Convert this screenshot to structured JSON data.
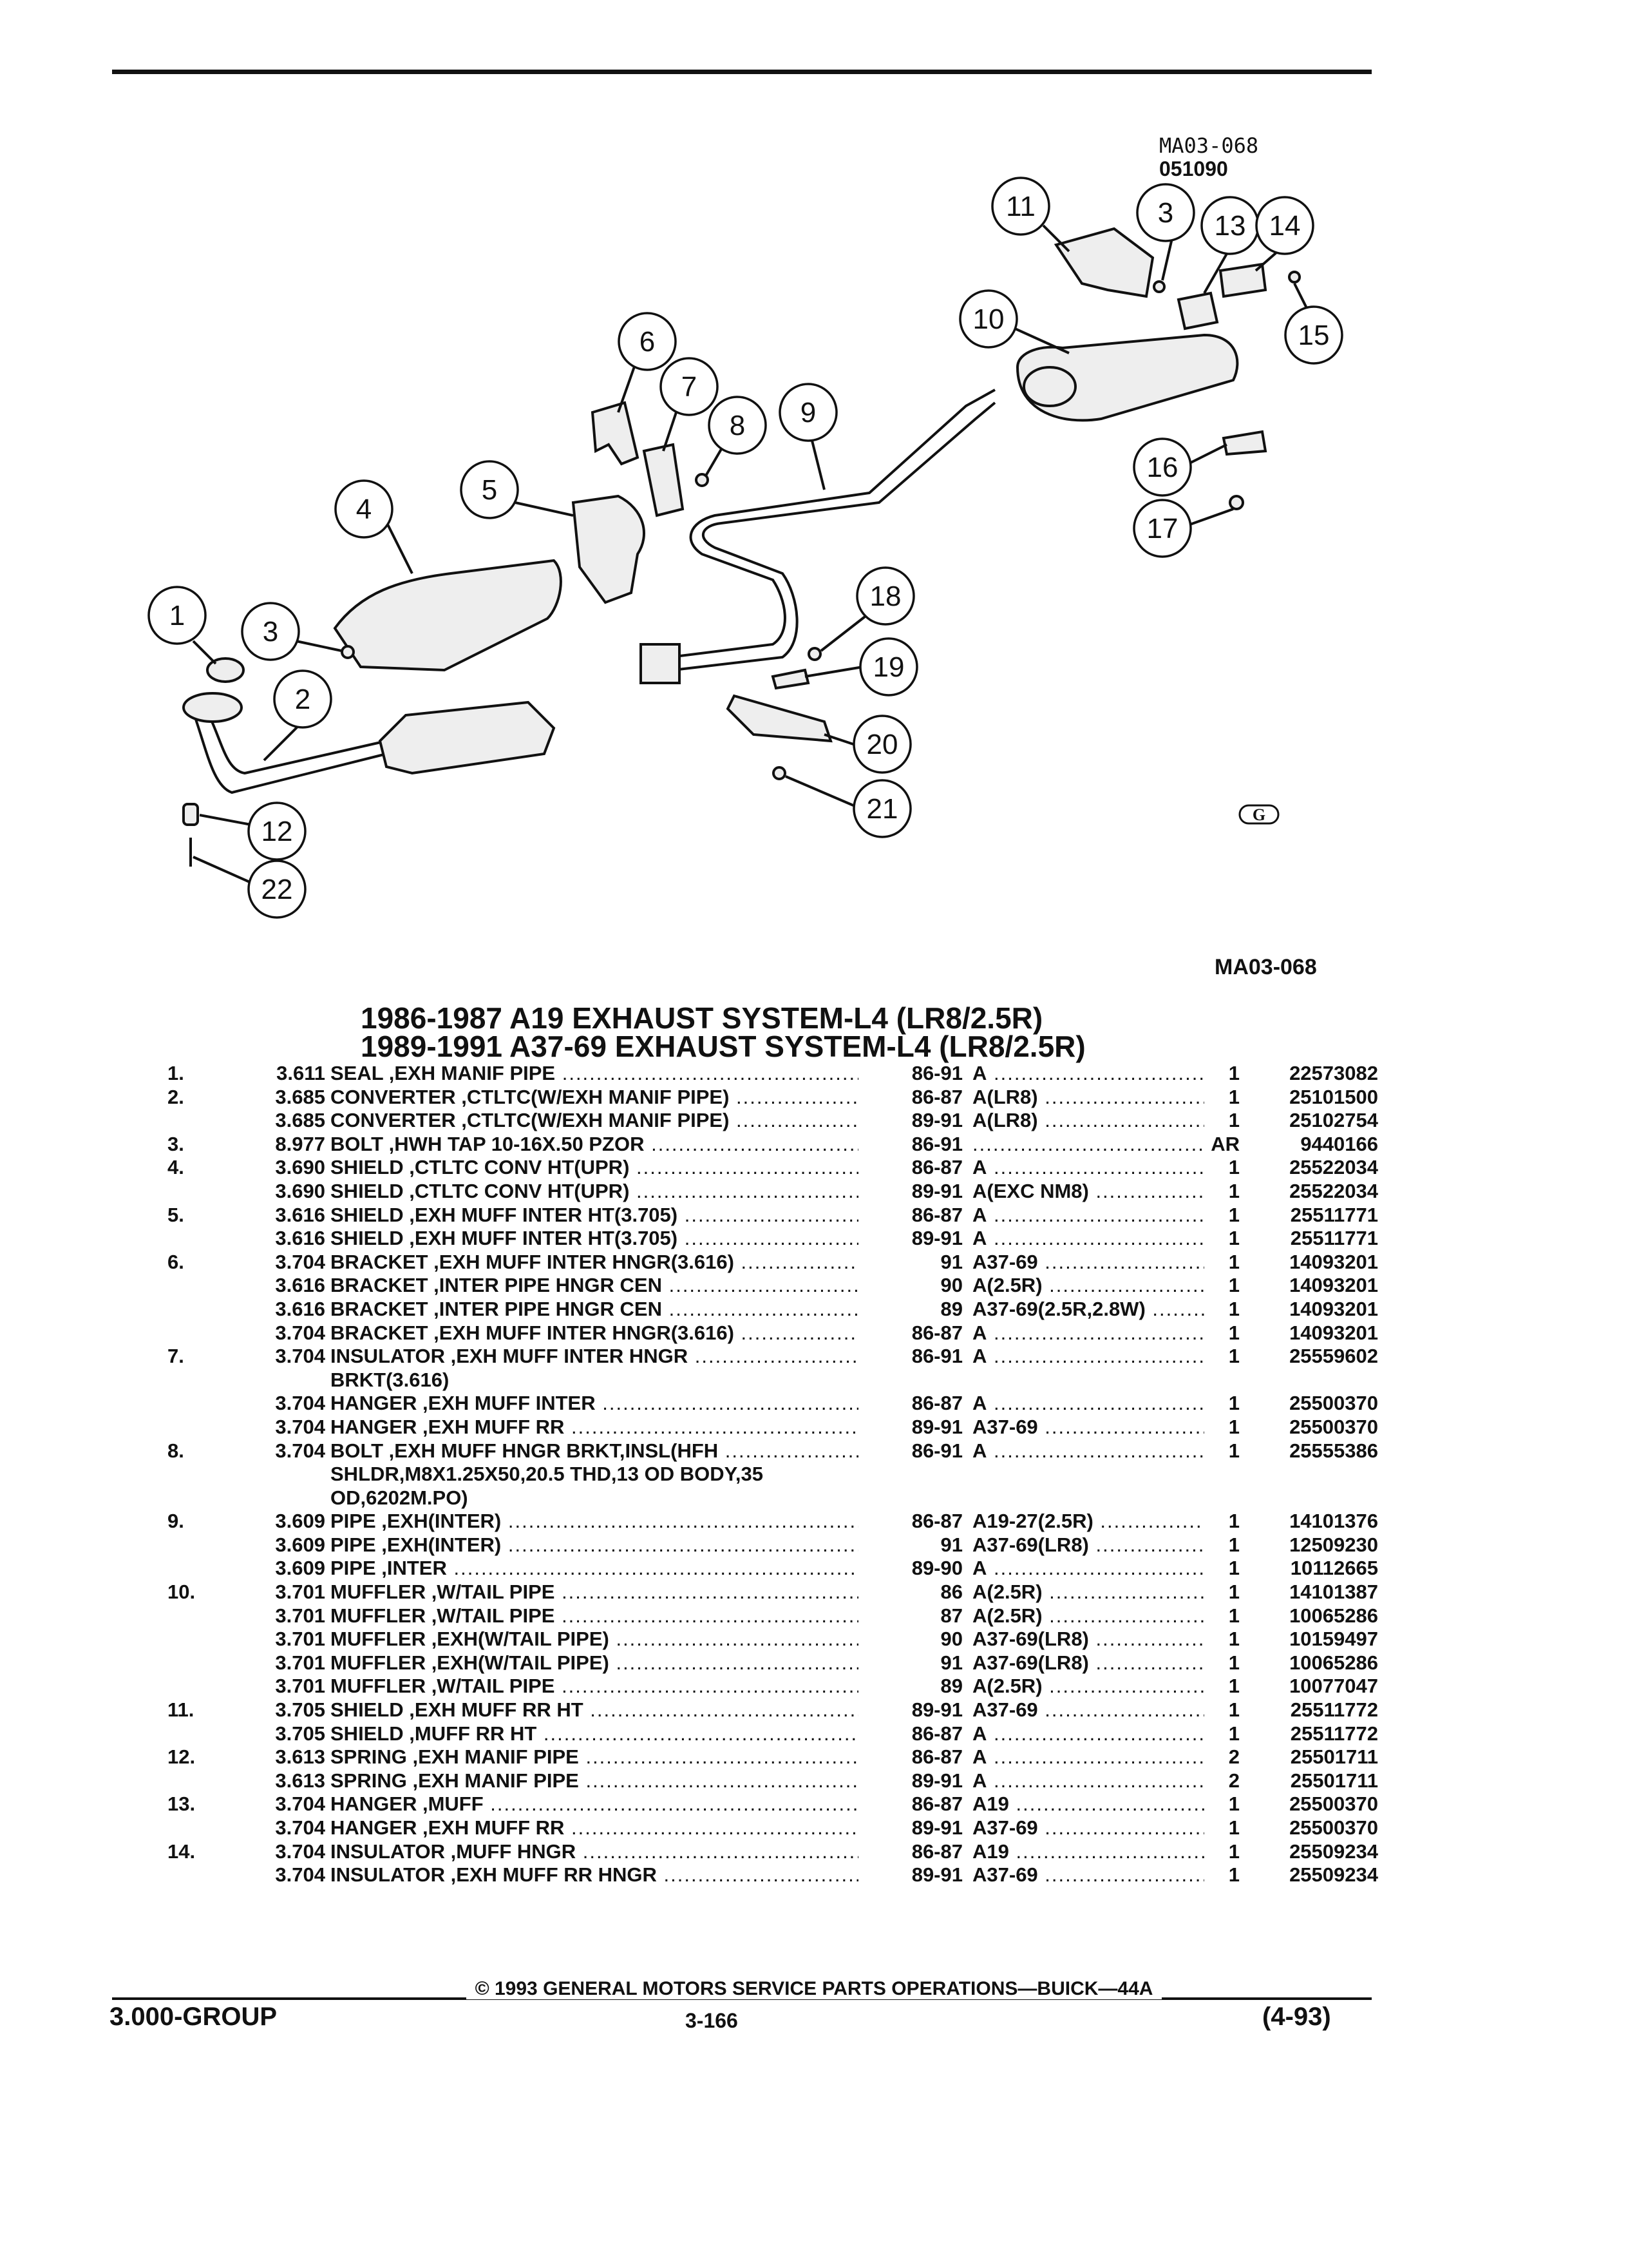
{
  "diagram": {
    "code_top": "MA03-068",
    "date_code": "051090",
    "code_bottom": "MA03-068",
    "logo_mark": "G",
    "callouts": [
      "1",
      "2",
      "3",
      "3",
      "4",
      "5",
      "6",
      "7",
      "8",
      "9",
      "10",
      "11",
      "12",
      "13",
      "14",
      "15",
      "16",
      "17",
      "18",
      "19",
      "20",
      "21",
      "22"
    ]
  },
  "titles": {
    "line1": "1986-1987 A19 EXHAUST SYSTEM-L4 (LR8/2.5R)",
    "line2": "1989-1991 A37-69 EXHAUST SYSTEM-L4 (LR8/2.5R)"
  },
  "parts": [
    {
      "num": "1.",
      "grp": "3.611",
      "desc": "SEAL ,EXH MANIF PIPE",
      "years": "86-91",
      "models": "A",
      "qty": "1",
      "pn": "22573082"
    },
    {
      "num": "2.",
      "grp": "3.685",
      "desc": "CONVERTER ,CTLTC(W/EXH MANIF PIPE)",
      "years": "86-87",
      "models": "A(LR8)",
      "qty": "1",
      "pn": "25101500"
    },
    {
      "num": "",
      "grp": "3.685",
      "desc": "CONVERTER ,CTLTC(W/EXH MANIF PIPE)",
      "years": "89-91",
      "models": "A(LR8)",
      "qty": "1",
      "pn": "25102754"
    },
    {
      "num": "3.",
      "grp": "8.977",
      "desc": "BOLT ,HWH TAP 10-16X.50 PZOR",
      "years": "86-91",
      "models": "",
      "qty": "AR",
      "pn": "9440166"
    },
    {
      "num": "4.",
      "grp": "3.690",
      "desc": "SHIELD ,CTLTC CONV HT(UPR)",
      "years": "86-87",
      "models": "A",
      "qty": "1",
      "pn": "25522034"
    },
    {
      "num": "",
      "grp": "3.690",
      "desc": "SHIELD ,CTLTC CONV HT(UPR)",
      "years": "89-91",
      "models": "A(EXC NM8)",
      "qty": "1",
      "pn": "25522034"
    },
    {
      "num": "5.",
      "grp": "3.616",
      "desc": "SHIELD ,EXH MUFF INTER HT(3.705)",
      "years": "86-87",
      "models": "A",
      "qty": "1",
      "pn": "25511771"
    },
    {
      "num": "",
      "grp": "3.616",
      "desc": "SHIELD ,EXH MUFF INTER HT(3.705)",
      "years": "89-91",
      "models": "A",
      "qty": "1",
      "pn": "25511771"
    },
    {
      "num": "6.",
      "grp": "3.704",
      "desc": "BRACKET ,EXH MUFF INTER HNGR(3.616)",
      "years": "91",
      "models": "A37-69",
      "qty": "1",
      "pn": "14093201"
    },
    {
      "num": "",
      "grp": "3.616",
      "desc": "BRACKET ,INTER PIPE HNGR CEN",
      "years": "90",
      "models": "A(2.5R)",
      "qty": "1",
      "pn": "14093201"
    },
    {
      "num": "",
      "grp": "3.616",
      "desc": "BRACKET ,INTER PIPE HNGR CEN",
      "years": "89",
      "models": "A37-69(2.5R,2.8W)",
      "qty": "1",
      "pn": "14093201"
    },
    {
      "num": "",
      "grp": "3.704",
      "desc": "BRACKET ,EXH MUFF INTER HNGR(3.616)",
      "years": "86-87",
      "models": "A",
      "qty": "1",
      "pn": "14093201"
    },
    {
      "num": "7.",
      "grp": "3.704",
      "desc": "INSULATOR ,EXH MUFF INTER HNGR",
      "cont": [
        "BRKT(3.616)"
      ],
      "years": "86-91",
      "models": "A",
      "qty": "1",
      "pn": "25559602"
    },
    {
      "num": "",
      "grp": "3.704",
      "desc": "HANGER ,EXH MUFF INTER",
      "years": "86-87",
      "models": "A",
      "qty": "1",
      "pn": "25500370"
    },
    {
      "num": "",
      "grp": "3.704",
      "desc": "HANGER ,EXH MUFF RR",
      "years": "89-91",
      "models": "A37-69",
      "qty": "1",
      "pn": "25500370"
    },
    {
      "num": "8.",
      "grp": "3.704",
      "desc": "BOLT ,EXH MUFF HNGR BRKT,INSL(HFH",
      "cont": [
        "SHLDR,M8X1.25X50,20.5 THD,13 OD BODY,35",
        "OD,6202M.PO)"
      ],
      "years": "86-91",
      "models": "A",
      "qty": "1",
      "pn": "25555386"
    },
    {
      "num": "9.",
      "grp": "3.609",
      "desc": "PIPE ,EXH(INTER)",
      "years": "86-87",
      "models": "A19-27(2.5R)",
      "qty": "1",
      "pn": "14101376"
    },
    {
      "num": "",
      "grp": "3.609",
      "desc": "PIPE ,EXH(INTER)",
      "years": "91",
      "models": "A37-69(LR8)",
      "qty": "1",
      "pn": "12509230"
    },
    {
      "num": "",
      "grp": "3.609",
      "desc": "PIPE ,INTER",
      "years": "89-90",
      "models": "A",
      "qty": "1",
      "pn": "10112665"
    },
    {
      "num": "10.",
      "grp": "3.701",
      "desc": "MUFFLER ,W/TAIL PIPE",
      "years": "86",
      "models": "A(2.5R)",
      "qty": "1",
      "pn": "14101387"
    },
    {
      "num": "",
      "grp": "3.701",
      "desc": "MUFFLER ,W/TAIL PIPE",
      "years": "87",
      "models": "A(2.5R)",
      "qty": "1",
      "pn": "10065286"
    },
    {
      "num": "",
      "grp": "3.701",
      "desc": "MUFFLER ,EXH(W/TAIL PIPE)",
      "years": "90",
      "models": "A37-69(LR8)",
      "qty": "1",
      "pn": "10159497"
    },
    {
      "num": "",
      "grp": "3.701",
      "desc": "MUFFLER ,EXH(W/TAIL PIPE)",
      "years": "91",
      "models": "A37-69(LR8)",
      "qty": "1",
      "pn": "10065286"
    },
    {
      "num": "",
      "grp": "3.701",
      "desc": "MUFFLER ,W/TAIL PIPE",
      "years": "89",
      "models": "A(2.5R)",
      "qty": "1",
      "pn": "10077047"
    },
    {
      "num": "11.",
      "grp": "3.705",
      "desc": "SHIELD ,EXH MUFF RR HT",
      "years": "89-91",
      "models": "A37-69",
      "qty": "1",
      "pn": "25511772"
    },
    {
      "num": "",
      "grp": "3.705",
      "desc": "SHIELD ,MUFF RR HT",
      "years": "86-87",
      "models": "A",
      "qty": "1",
      "pn": "25511772"
    },
    {
      "num": "12.",
      "grp": "3.613",
      "desc": "SPRING ,EXH MANIF PIPE",
      "years": "86-87",
      "models": "A",
      "qty": "2",
      "pn": "25501711"
    },
    {
      "num": "",
      "grp": "3.613",
      "desc": "SPRING ,EXH MANIF PIPE",
      "years": "89-91",
      "models": "A",
      "qty": "2",
      "pn": "25501711"
    },
    {
      "num": "13.",
      "grp": "3.704",
      "desc": "HANGER ,MUFF",
      "years": "86-87",
      "models": "A19",
      "qty": "1",
      "pn": "25500370"
    },
    {
      "num": "",
      "grp": "3.704",
      "desc": "HANGER ,EXH MUFF RR",
      "years": "89-91",
      "models": "A37-69",
      "qty": "1",
      "pn": "25500370"
    },
    {
      "num": "14.",
      "grp": "3.704",
      "desc": "INSULATOR ,MUFF HNGR",
      "years": "86-87",
      "models": "A19",
      "qty": "1",
      "pn": "25509234"
    },
    {
      "num": "",
      "grp": "3.704",
      "desc": "INSULATOR ,EXH MUFF RR HNGR",
      "years": "89-91",
      "models": "A37-69",
      "qty": "1",
      "pn": "25509234"
    }
  ],
  "footer": {
    "copyright": "© 1993 GENERAL MOTORS SERVICE PARTS OPERATIONS—BUICK—44A",
    "group": "3.000-GROUP",
    "page": "3-166",
    "revision": "(4-93)"
  }
}
